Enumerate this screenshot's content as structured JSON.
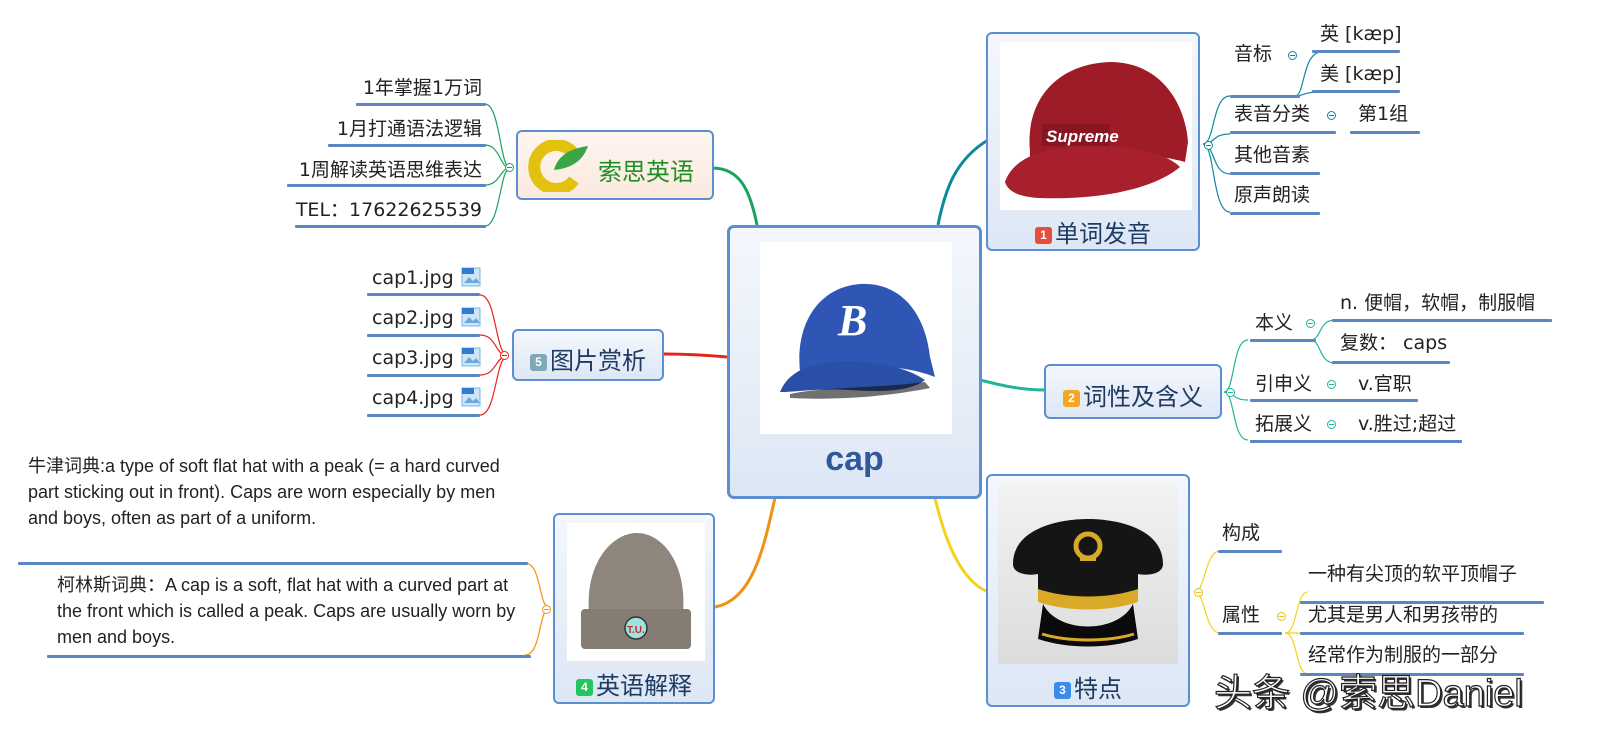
{
  "central": {
    "label": "cap",
    "image": "blue-baseball-cap-image"
  },
  "brand": {
    "label": "索思英语",
    "logo": "suosi-logo",
    "items": [
      "1年掌握1万词",
      "1月打通语法逻辑",
      "1周解读英语思维表达",
      "TEL：17622625539"
    ]
  },
  "topics": [
    {
      "num": "1",
      "label": "单词发音",
      "badge_color": "#e84c3d",
      "image": "red-supreme-cap-image",
      "children": [
        {
          "label": "音标",
          "children": [
            "英 [kæp]",
            "美 [kæp]"
          ]
        },
        {
          "label": "表音分类",
          "children": [
            "第1组"
          ]
        },
        {
          "label": "其他音素",
          "children": []
        },
        {
          "label": "原声朗读",
          "children": []
        }
      ]
    },
    {
      "num": "2",
      "label": "词性及含义",
      "badge_color": "#f5a623",
      "children": [
        {
          "label": "本义",
          "children": [
            "n. 便帽，软帽，制服帽",
            "复数：  caps"
          ]
        },
        {
          "label": "引申义",
          "children": [
            "v.官职"
          ]
        },
        {
          "label": "拓展义",
          "children": [
            "v.胜过;超过"
          ]
        }
      ]
    },
    {
      "num": "3",
      "label": "特点",
      "badge_color": "#3b8beb",
      "image": "black-uniform-cap-image",
      "children": [
        {
          "label": "构成",
          "children": []
        },
        {
          "label": "属性",
          "children": [
            "一种有尖顶的软平顶帽子",
            "尤其是男人和男孩带的",
            "经常作为制服的一部分"
          ]
        }
      ]
    },
    {
      "num": "4",
      "label": "英语解释",
      "badge_color": "#22c55e",
      "image": "grey-beanie-image",
      "children": [
        "牛津词典:a type of soft flat hat with a peak (= a hard curved part sticking out in front). Caps are worn especially by men and boys, often as part of a uniform.",
        "柯林斯词典：A cap is a soft, flat hat with a curved part at the front which is called a peak. Caps are usually worn by men and boys."
      ]
    },
    {
      "num": "5",
      "label": "图片赏析",
      "badge_color": "#7fa8b8",
      "children": [
        "cap1.jpg",
        "cap2.jpg",
        "cap3.jpg",
        "cap4.jpg"
      ]
    }
  ],
  "colors": {
    "node_border": "#5b8fd1",
    "underline": "#5a86c4",
    "branch_brand": "#1aa35c",
    "branch_1": "#0e8a9e",
    "branch_2": "#22b39b",
    "branch_3": "#f2d31b",
    "branch_4": "#f29111",
    "branch_5": "#e8231c"
  },
  "watermark": "头条 @索思Daniel"
}
